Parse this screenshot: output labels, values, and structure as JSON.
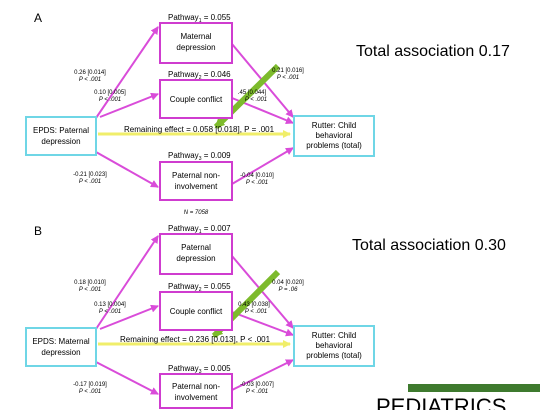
{
  "colors": {
    "arrow": "#d94cd9",
    "box_magenta": "#cf3ccf",
    "box_cyan": "#6fd6e6",
    "remaining_arrow": "#f0ee6a",
    "green_arrow": "#7dbb2c",
    "logo_green": "#3e7a2e",
    "text": "#000000"
  },
  "panels": [
    {
      "letter": "A",
      "total_association": "Total association 0.17",
      "pathway_labels": [
        "Pathway",
        "Pathway",
        "Pathway"
      ],
      "pathway_subs": [
        "1",
        "2",
        "3"
      ],
      "pathway_values": [
        " = 0.055",
        " = 0.046",
        " = 0.009"
      ],
      "box_top": [
        "Maternal",
        "depression"
      ],
      "box_middle": "Couple conflict",
      "box_bottom": [
        "Paternal non-",
        "involvement"
      ],
      "box_left": [
        "EPDS: Paternal",
        "depression"
      ],
      "box_right": [
        "Rutter: Child",
        "behavioral",
        "problems (total)"
      ],
      "remaining_effect": "Remaining effect = 0.058 [0.018], P = .001",
      "coef_left_top": [
        "0.26 [0.014]",
        "P < .001"
      ],
      "coef_left_mid": [
        "0.10 [0.005]",
        "P < .001"
      ],
      "coef_left_bot": [
        "-0.21 [0.023]",
        "P < .001"
      ],
      "coef_right_top": [
        "0.21 [0.016]",
        "P < .001"
      ],
      "coef_right_mid": [
        ".45 [0.044]",
        "P < .001"
      ],
      "coef_right_bot": [
        "-0.04 [0.010]",
        "P < .001"
      ],
      "n_label": "N = 7058"
    },
    {
      "letter": "B",
      "total_association": "Total association 0.30",
      "pathway_labels": [
        "Pathway",
        "Pathway",
        "Pathway"
      ],
      "pathway_subs": [
        "1",
        "2",
        "3"
      ],
      "pathway_values": [
        " = 0.007",
        " = 0.055",
        " = 0.005"
      ],
      "box_top": [
        "Paternal",
        "depression"
      ],
      "box_middle": "Couple conflict",
      "box_bottom": [
        "Paternal non-",
        "involvement"
      ],
      "box_left": [
        "EPDS: Maternal",
        "depression"
      ],
      "box_right": [
        "Rutter: Child",
        "behavioral",
        "problems (total)"
      ],
      "remaining_effect": "Remaining effect = 0.236 [0.013], P < .001",
      "coef_left_top": [
        "0.18 [0.010]",
        "P < .001"
      ],
      "coef_left_mid": [
        "0.13 [0.004]",
        "P < .001"
      ],
      "coef_left_bot": [
        "-0.17 [0.019]",
        "P < .001"
      ],
      "coef_right_top": [
        "0.04 [0.020]",
        "P = .06"
      ],
      "coef_right_mid": [
        "0.43 [0.038]",
        "P < .001"
      ],
      "coef_right_bot": [
        "-0.03 [0.007]",
        "P < .001"
      ],
      "n_label": ""
    }
  ],
  "logo_text": "PEDIATRICS"
}
